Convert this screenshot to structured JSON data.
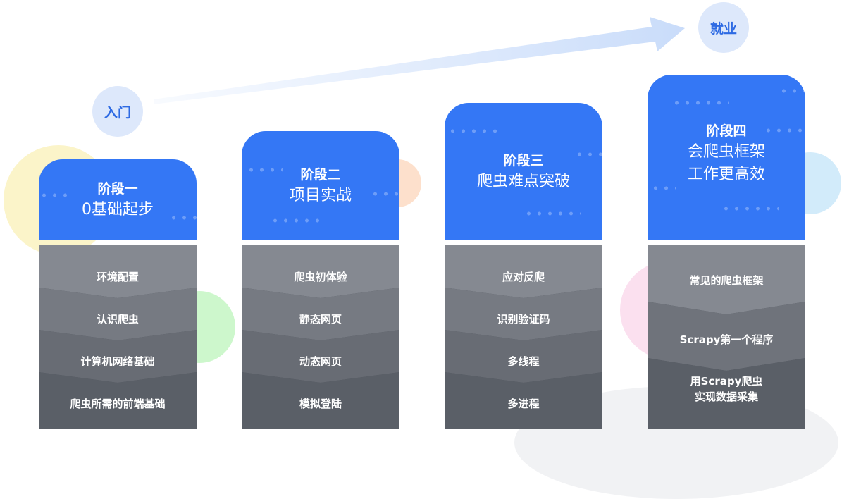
{
  "milestones": {
    "start": "入门",
    "end": "就业"
  },
  "stages": [
    {
      "label": "阶段一",
      "title_lines": [
        "0基础起步"
      ],
      "topics": [
        "环境配置",
        "认识爬虫",
        "计算机网络基础",
        "爬虫所需的前端基础"
      ]
    },
    {
      "label": "阶段二",
      "title_lines": [
        "项目实战"
      ],
      "topics": [
        "爬虫初体验",
        "静态网页",
        "动态网页",
        "模拟登陆"
      ]
    },
    {
      "label": "阶段三",
      "title_lines": [
        "爬虫难点突破"
      ],
      "topics": [
        "应对反爬",
        "识别验证码",
        "多线程",
        "多进程"
      ]
    },
    {
      "label": "阶段四",
      "title_lines": [
        "会爬虫框架",
        "工作更高效"
      ],
      "topics": [
        "常见的爬虫框架",
        "Scrapy第一个程序",
        "用Scrapy爬虫\n实现数据采集"
      ]
    }
  ],
  "colors": {
    "card_header": "#3477f5",
    "milestone_bubble": "#dde8fb",
    "milestone_text": "#2d6ae3",
    "arrow": "#cfe0fb",
    "band_shades": [
      "#858991",
      "#767a82",
      "#686c74",
      "#5a5f67"
    ],
    "decor_yellow": "#fbf4c9",
    "decor_green": "#cdf7cc",
    "decor_orange": "#fde0cc",
    "decor_pink": "#fbe0ef",
    "decor_blue": "#d2ebfa"
  }
}
